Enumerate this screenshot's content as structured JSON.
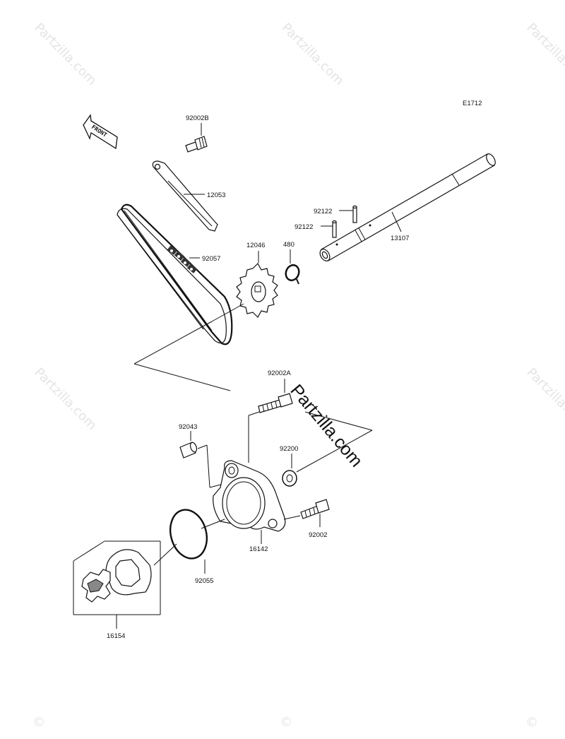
{
  "diagram_id": "E1712",
  "front_label": "FRONT",
  "watermark": {
    "brand": "Partzilla.com",
    "symbol": "©",
    "small_text": "Partzilla.com"
  },
  "parts": {
    "p92002B": "92002B",
    "p12053": "12053",
    "p92057": "92057",
    "p12046": "12046",
    "p480": "480",
    "p92122a": "92122",
    "p92122b": "92122",
    "p13107": "13107",
    "p92002A": "92002A",
    "p92043": "92043",
    "p92200": "92200",
    "p92002": "92002",
    "p16142": "16142",
    "p92055": "92055",
    "p16154": "16154"
  }
}
